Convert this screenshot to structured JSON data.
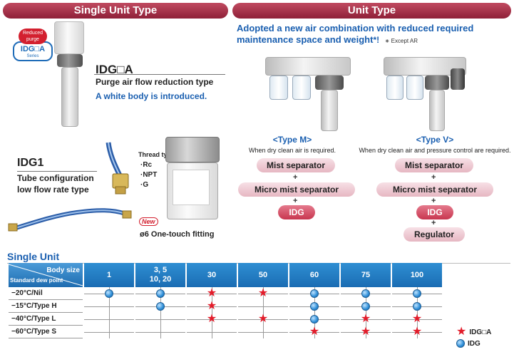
{
  "sections": {
    "single_unit_type": "Single Unit Type",
    "unit_type": "Unit Type",
    "single_unit": "Single Unit"
  },
  "badge": {
    "line1": "Reduced",
    "line2": "purge",
    "model": "IDG□A",
    "series": "Series"
  },
  "idga": {
    "model": "IDG□A",
    "desc": "Purge air flow reduction type",
    "note": "A white body is introduced."
  },
  "idg1": {
    "model": "IDG1",
    "line1": "Tube configuration",
    "line2": "low flow rate type"
  },
  "thread": {
    "title": "Thread type",
    "items": [
      "·Rc",
      "·NPT",
      "·G"
    ]
  },
  "new_label": "New",
  "fitting": "ø6 One-touch fitting",
  "unit": {
    "headline1": "Adopted a new air combination with reduced required",
    "headline2": "maintenance space and weight",
    "headline_mark": "*!",
    "footnote": "∗ Except AR",
    "type_m": {
      "title": "<Type M>",
      "desc": "When dry clean air is required.",
      "items": [
        "Mist separator",
        "Micro mist separator",
        "IDG"
      ]
    },
    "type_v": {
      "title": "<Type V>",
      "desc": "When dry clean air and pressure control are required.",
      "items": [
        "Mist separator",
        "Micro mist separator",
        "IDG",
        "Regulator"
      ]
    },
    "plus": "+"
  },
  "table": {
    "header_top": "Body size",
    "header_bottom": "Standard dew point",
    "columns": [
      {
        "line1": "1",
        "line2": ""
      },
      {
        "line1": "3, 5",
        "line2": "10, 20"
      },
      {
        "line1": "30",
        "line2": ""
      },
      {
        "line1": "50",
        "line2": ""
      },
      {
        "line1": "60",
        "line2": ""
      },
      {
        "line1": "75",
        "line2": ""
      },
      {
        "line1": "100",
        "line2": ""
      }
    ],
    "rows": [
      {
        "label": "−20°C/Nil",
        "marks": [
          "c",
          "c",
          "s",
          "s",
          "c",
          "c",
          "c"
        ]
      },
      {
        "label": "−15°C/Type H",
        "marks": [
          "",
          "c",
          "s",
          "",
          "c",
          "c",
          "c"
        ]
      },
      {
        "label": "−40°C/Type L",
        "marks": [
          "",
          "",
          "s",
          "s",
          "c",
          "s",
          "s"
        ]
      },
      {
        "label": "−60°C/Type S",
        "marks": [
          "",
          "",
          "",
          "",
          "s",
          "s",
          "s"
        ]
      }
    ]
  },
  "legend": [
    {
      "symbol": "star",
      "label": "IDG□A"
    },
    {
      "symbol": "circle",
      "label": "IDG"
    }
  ],
  "colors": {
    "header_maroon": "#9c2a40",
    "table_blue": "#1a6cb3",
    "star_red": "#e21c2a",
    "text_blue": "#1a5fb0"
  }
}
